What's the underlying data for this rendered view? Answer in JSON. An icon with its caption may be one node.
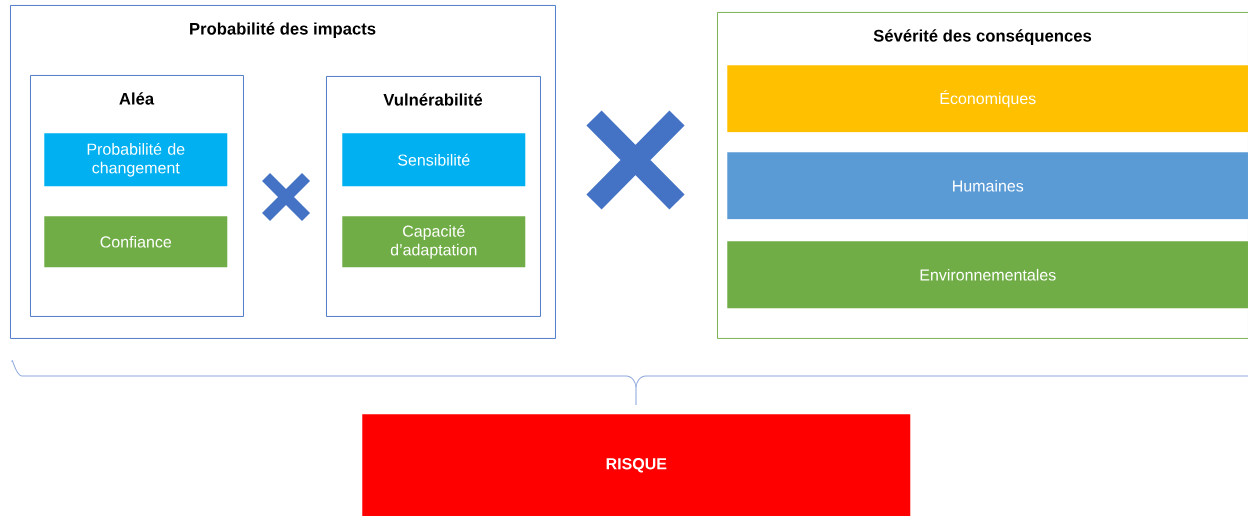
{
  "diagram": {
    "nodes": [
      {
        "text": [
          "Probabilité des impacts"
        ]
      },
      {
        "text": [
          "Aléa"
        ],
        "in": 0
      },
      {
        "text": [
          "Probabilité de changement"
        ],
        "in": 1
      },
      {
        "text": [
          "Confiance"
        ],
        "in": 1
      },
      {
        "text": [
          "Vulnérabilité"
        ],
        "in": 0
      },
      {
        "text": [
          "Sensibilité"
        ],
        "in": 4
      },
      {
        "text": [
          "Capacité d’adaptation"
        ],
        "in": 4
      },
      {
        "text": [
          "Sévérité des conséquences"
        ]
      },
      {
        "text": [
          "Économiques"
        ],
        "in": 7
      },
      {
        "text": [
          "Humaines"
        ],
        "in": 7
      },
      {
        "text": [
          "Environnementales"
        ],
        "in": 7
      },
      {
        "text": [
          "RISQUE"
        ]
      }
    ]
  }
}
